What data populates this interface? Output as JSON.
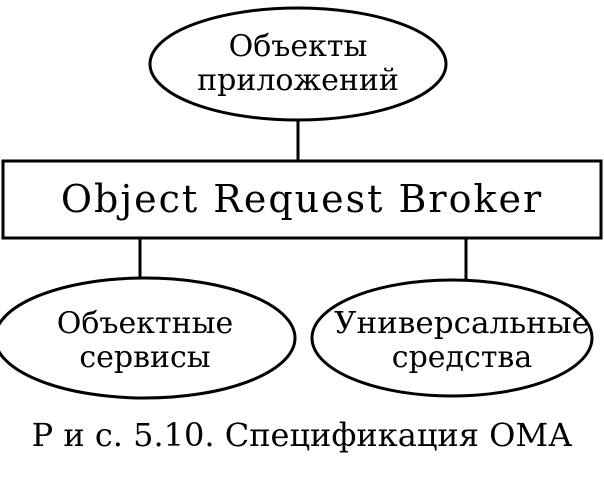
{
  "diagram": {
    "top_node": {
      "line1": "Объекты",
      "line2": "приложений"
    },
    "broker": {
      "label": "Object Request Broker"
    },
    "left_node": {
      "line1": "Объектные",
      "line2": "сервисы"
    },
    "right_node": {
      "line1": "Универсальные",
      "line2": "средства"
    },
    "caption": "Р и с. 5.10. Спецификация ОМА"
  }
}
